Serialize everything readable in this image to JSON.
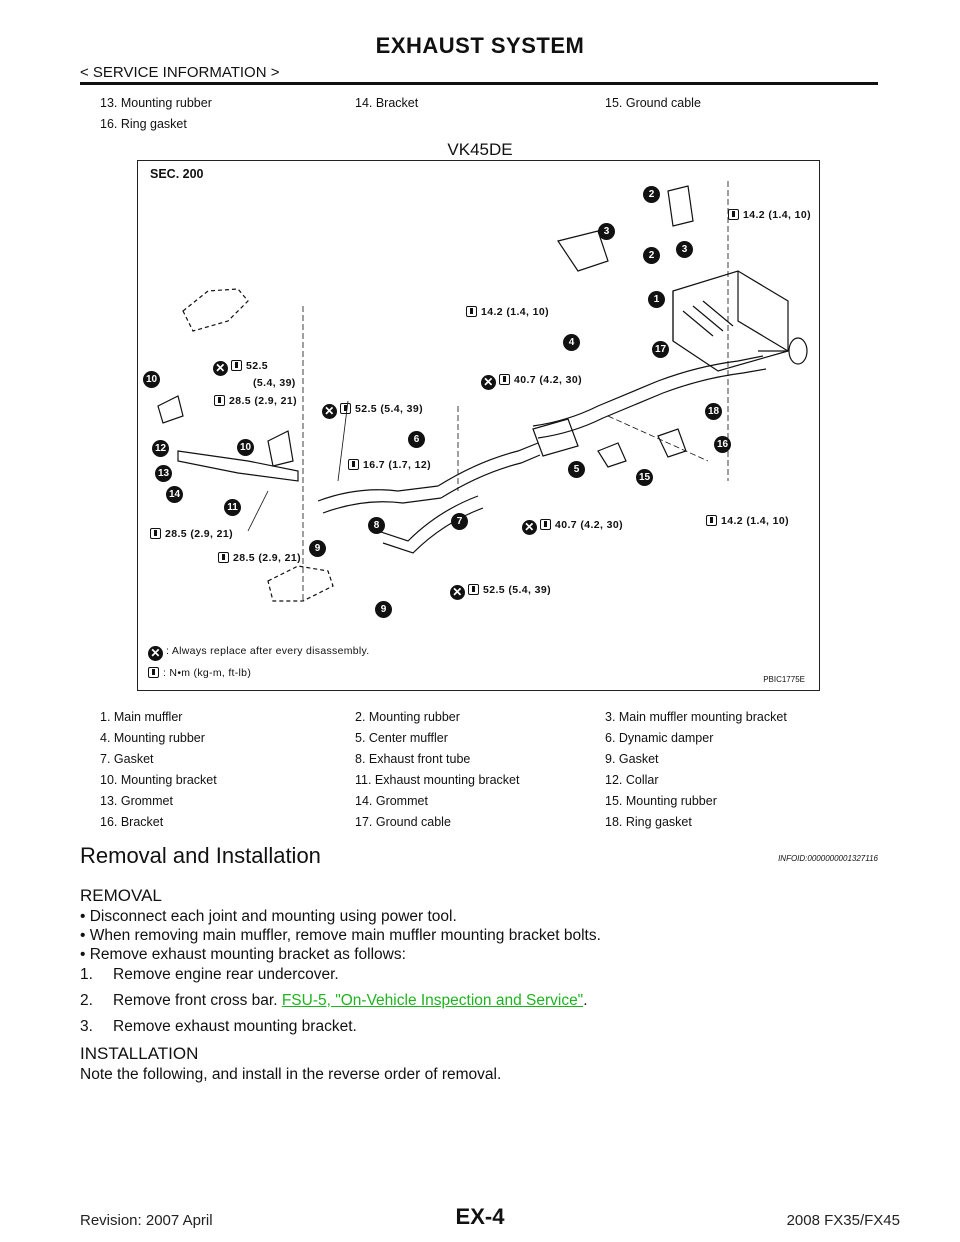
{
  "header": {
    "title": "EXHAUST SYSTEM",
    "subtitle": "< SERVICE INFORMATION >"
  },
  "top_parts": [
    [
      "13.  Mounting rubber",
      "14.  Bracket",
      "15.  Ground cable"
    ],
    [
      "16.  Ring gasket",
      "",
      ""
    ]
  ],
  "figure": {
    "title": "VK45DE",
    "sec": "SEC. 200",
    "code": "PBIC1775E",
    "torques": {
      "t1": "14.2 (1.4, 10)",
      "t2": "14.2 (1.4, 10)",
      "t3_a": "52.5",
      "t3_b": "(5.4, 39)",
      "t4": "40.7 (4.2, 30)",
      "t5": "28.5 (2.9, 21)",
      "t6": "52.5 (5.4, 39)",
      "t7": "16.7 (1.7, 12)",
      "t8": "40.7 (4.2, 30)",
      "t9": "14.2 (1.4, 10)",
      "t10": "28.5 (2.9, 21)",
      "t11": "28.5 (2.9, 21)",
      "t12": "52.5 (5.4, 39)"
    },
    "callouts": [
      "2",
      "3",
      "2",
      "3",
      "1",
      "4",
      "17",
      "10",
      "18",
      "6",
      "16",
      "12",
      "10",
      "5",
      "13",
      "15",
      "11",
      "14",
      "8",
      "7",
      "9",
      "9"
    ],
    "legend_replace": ": Always replace after every disassembly.",
    "legend_units": ":  N•m  (kg-m,  ft-lb)"
  },
  "parts": [
    [
      "1.  Main muffler",
      "2.  Mounting rubber",
      "3.  Main muffler mounting bracket"
    ],
    [
      "4.  Mounting rubber",
      "5.  Center muffler",
      "6.  Dynamic damper"
    ],
    [
      "7.  Gasket",
      "8.  Exhaust front tube",
      "9.  Gasket"
    ],
    [
      "10.  Mounting bracket",
      "11.  Exhaust mounting bracket",
      "12.  Collar"
    ],
    [
      "13.  Grommet",
      "14.  Grommet",
      "15.  Mounting rubber"
    ],
    [
      "16.  Bracket",
      "17.  Ground cable",
      "18.  Ring gasket"
    ]
  ],
  "section": {
    "title": "Removal and Installation",
    "infoid": "INFOID:0000000001327116",
    "removal_heading": "REMOVAL",
    "bullets": [
      "•  Disconnect each joint and mounting using power tool.",
      "•  When removing main muffler, remove main muffler mounting bracket bolts.",
      "•  Remove exhaust mounting bracket as follows:"
    ],
    "steps": [
      {
        "num": "1.",
        "text": "Remove engine rear undercover."
      },
      {
        "num": "2.",
        "text": "Remove front cross bar. ",
        "link": "FSU-5, \"On-Vehicle Inspection and Service\"",
        "after": "."
      },
      {
        "num": "3.",
        "text": "Remove exhaust mounting bracket."
      }
    ],
    "installation_heading": "INSTALLATION",
    "installation_text": "Note the following, and install in the reverse order of removal."
  },
  "footer": {
    "revision": "Revision: 2007 April",
    "page": "EX-4",
    "model": "2008 FX35/FX45"
  }
}
